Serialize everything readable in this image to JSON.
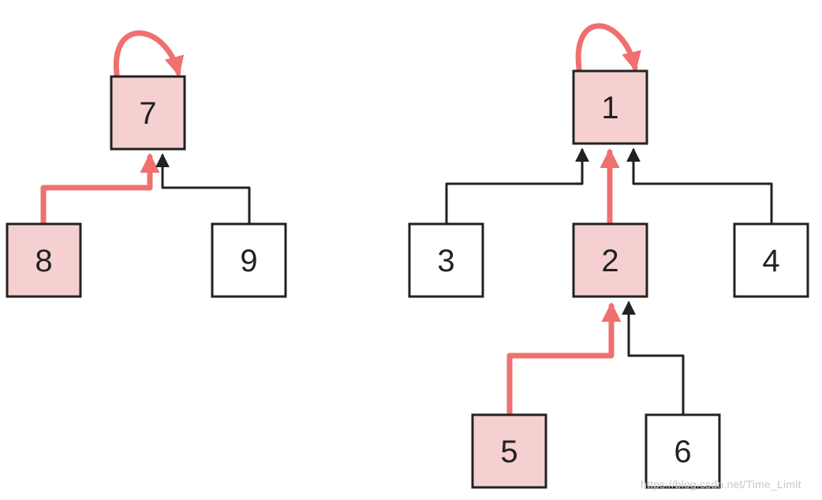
{
  "colors": {
    "highlight_fill": "#f6d0d0",
    "normal_fill": "#ffffff",
    "node_stroke": "#222222",
    "highlight_edge": "#f07070",
    "normal_edge": "#222222"
  },
  "nodes": [
    {
      "id": "1",
      "label": "1",
      "highlighted": true
    },
    {
      "id": "2",
      "label": "2",
      "highlighted": true
    },
    {
      "id": "3",
      "label": "3",
      "highlighted": false
    },
    {
      "id": "4",
      "label": "4",
      "highlighted": false
    },
    {
      "id": "5",
      "label": "5",
      "highlighted": true
    },
    {
      "id": "6",
      "label": "6",
      "highlighted": false
    },
    {
      "id": "7",
      "label": "7",
      "highlighted": true
    },
    {
      "id": "8",
      "label": "8",
      "highlighted": true
    },
    {
      "id": "9",
      "label": "9",
      "highlighted": false
    }
  ],
  "edges": [
    {
      "from": "7",
      "to": "7",
      "highlighted": true,
      "kind": "self-loop"
    },
    {
      "from": "8",
      "to": "7",
      "highlighted": true
    },
    {
      "from": "9",
      "to": "7",
      "highlighted": false
    },
    {
      "from": "1",
      "to": "1",
      "highlighted": true,
      "kind": "self-loop"
    },
    {
      "from": "3",
      "to": "1",
      "highlighted": false
    },
    {
      "from": "2",
      "to": "1",
      "highlighted": true
    },
    {
      "from": "4",
      "to": "1",
      "highlighted": false
    },
    {
      "from": "5",
      "to": "2",
      "highlighted": true
    },
    {
      "from": "6",
      "to": "2",
      "highlighted": false
    }
  ],
  "watermark": "https://blog.csdn.net/Time_Limit"
}
